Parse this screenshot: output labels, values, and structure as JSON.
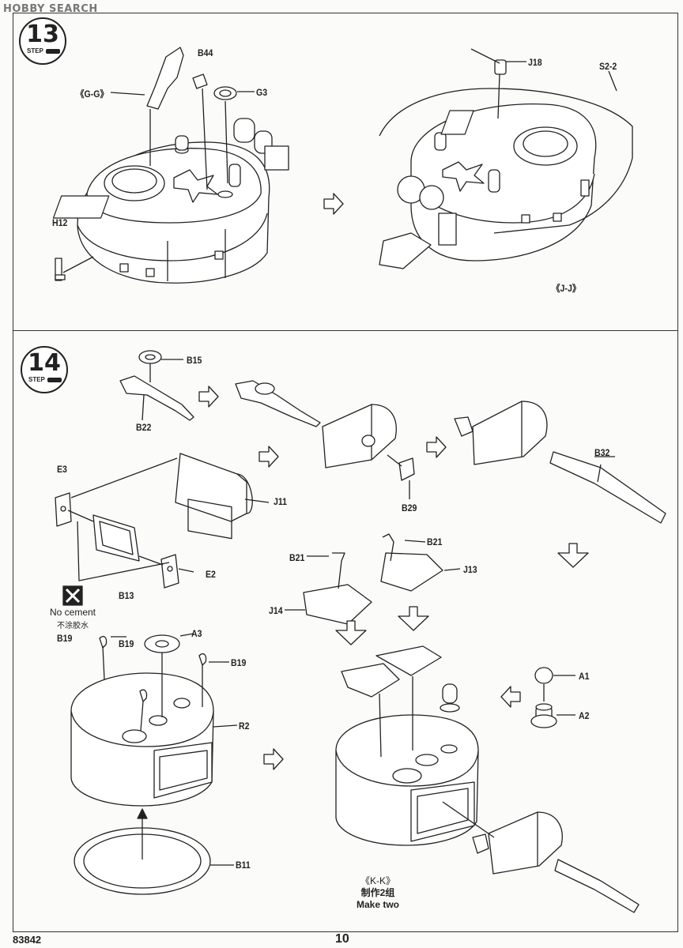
{
  "watermark": "HOBBY SEARCH",
  "step13": {
    "number": "13",
    "word": "STEP",
    "labels": {
      "gg": "《G-G》",
      "b44": "B44",
      "g3": "G3",
      "h12": "H12",
      "j18": "J18",
      "s22": "S2-2",
      "jj": "《J-J》"
    }
  },
  "step14": {
    "number": "14",
    "word": "STEP",
    "labels": {
      "b15": "B15",
      "b22": "B22",
      "b29": "B29",
      "b32": "B32",
      "e3": "E3",
      "j11": "J11",
      "e2": "E2",
      "b13": "B13",
      "b21a": "B21",
      "b21b": "B21",
      "j13": "J13",
      "j14": "J14",
      "b19a": "B19",
      "b19b": "B19",
      "b19c": "B19",
      "a3": "A3",
      "r2": "R2",
      "a1": "A1",
      "a2": "A2",
      "b11": "B11"
    },
    "no_cement_en": "No cement",
    "no_cement_cn": "不涂胶水",
    "kk": "《K-K》",
    "make_two_cn": "制作2组",
    "make_two_en": "Make two"
  },
  "footer": {
    "kit_number": "83842",
    "page_number": "10"
  }
}
